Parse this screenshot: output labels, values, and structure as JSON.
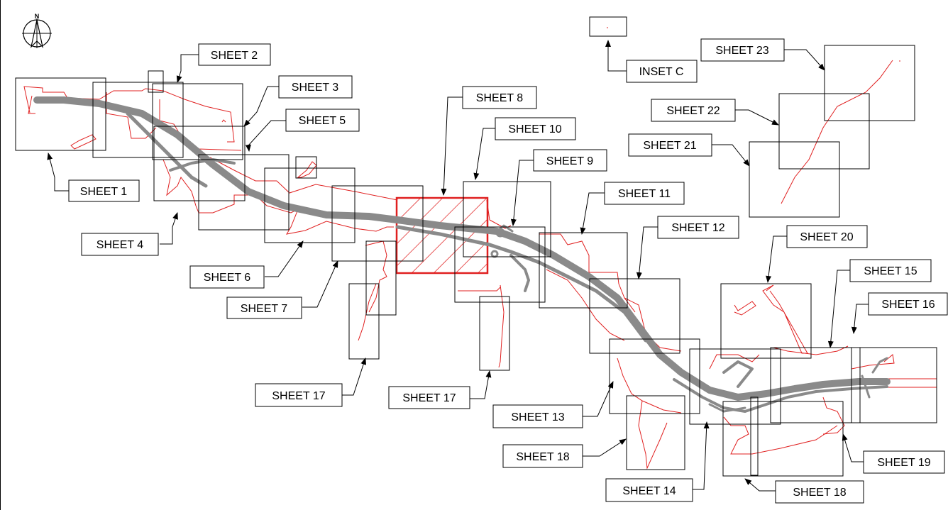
{
  "north_label": "N",
  "colors": {
    "route": "#8a8a8a",
    "boundary": "#e02020",
    "highlight": "#e02020",
    "frame": "#000000"
  },
  "highlighted_sheet": "SHEET 8",
  "labels": {
    "sheet1": "SHEET 1",
    "sheet2": "SHEET 2",
    "sheet3": "SHEET 3",
    "sheet4": "SHEET 4",
    "sheet5": "SHEET 5",
    "sheet6": "SHEET 6",
    "sheet7": "SHEET 7",
    "sheet8": "SHEET 8",
    "sheet9": "SHEET 9",
    "sheet10": "SHEET 10",
    "sheet11": "SHEET 11",
    "sheet12": "SHEET 12",
    "sheet13": "SHEET 13",
    "sheet14": "SHEET 14",
    "sheet15": "SHEET 15",
    "sheet16": "SHEET 16",
    "sheet17a": "SHEET 17",
    "sheet17b": "SHEET 17",
    "sheet18a": "SHEET 18",
    "sheet18b": "SHEET 18",
    "sheet19": "SHEET 19",
    "sheet20": "SHEET 20",
    "sheet21": "SHEET 21",
    "sheet22": "SHEET 22",
    "sheet23": "SHEET 23",
    "insetC": "INSET C"
  }
}
